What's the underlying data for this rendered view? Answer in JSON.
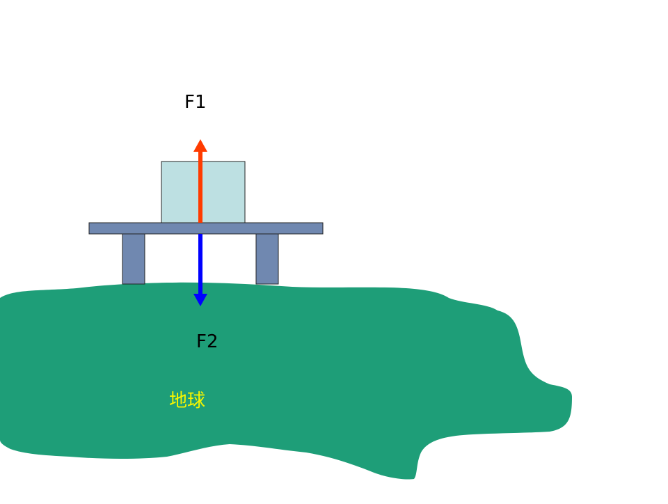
{
  "labels": {
    "f1": "F1",
    "f2": "F2",
    "earth": "地球"
  },
  "colors": {
    "earth_fill": "#1e9e78",
    "earth_label": "#f5f500",
    "table_fill": "#7088b0",
    "table_stroke": "#222222",
    "block_fill": "#bde0e2",
    "block_stroke": "#222222",
    "arrow_f1": "#ff3b00",
    "arrow_f2": "#0000ff"
  },
  "icons": {
    "f1_arrow": "arrow-up-icon",
    "f2_arrow": "arrow-down-icon"
  }
}
